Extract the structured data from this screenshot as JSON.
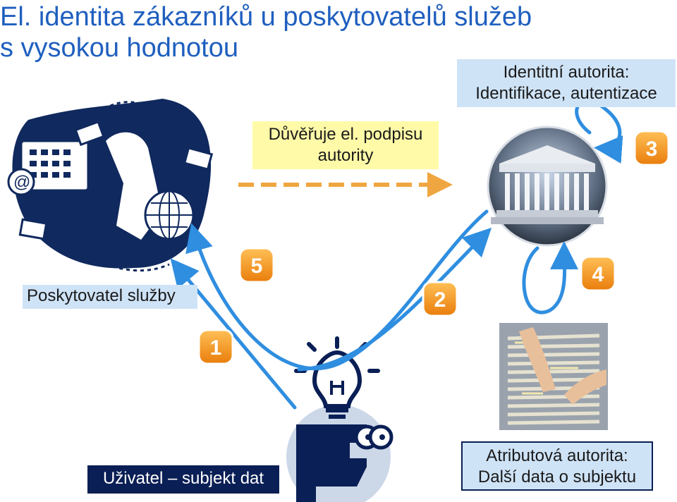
{
  "title": {
    "line1": "El. identita zákazníků u poskytovatelů služeb",
    "line2": "s vysokou hodnotou"
  },
  "labels": {
    "identity_line1": "Identitní autorita:",
    "identity_line2": "Identifikace, autentizace",
    "trust_line1": "Důvěřuje el. podpisu",
    "trust_line2": "autority",
    "provider": "Poskytovatel služby",
    "user": "Uživatel – subjekt dat",
    "attr_line1": "Atributová autorita:",
    "attr_line2": "Další data o subjektu"
  },
  "steps": [
    "1",
    "2",
    "3",
    "4",
    "5"
  ],
  "colors": {
    "title": "#1f5fbf",
    "arrow": "#2f8ee0",
    "dashed_arrow": "#f0a640",
    "badge": "#f39a1e",
    "navy": "#0a1f55",
    "light_blue_box": "#cfe3f7",
    "yellow_box": "#fffaa8"
  },
  "icons": {
    "provider": "merchant-clipart-icon",
    "identity_authority": "courthouse-icon",
    "attribute_authority": "file-drawer-icon",
    "user": "thinking-person-icon"
  }
}
